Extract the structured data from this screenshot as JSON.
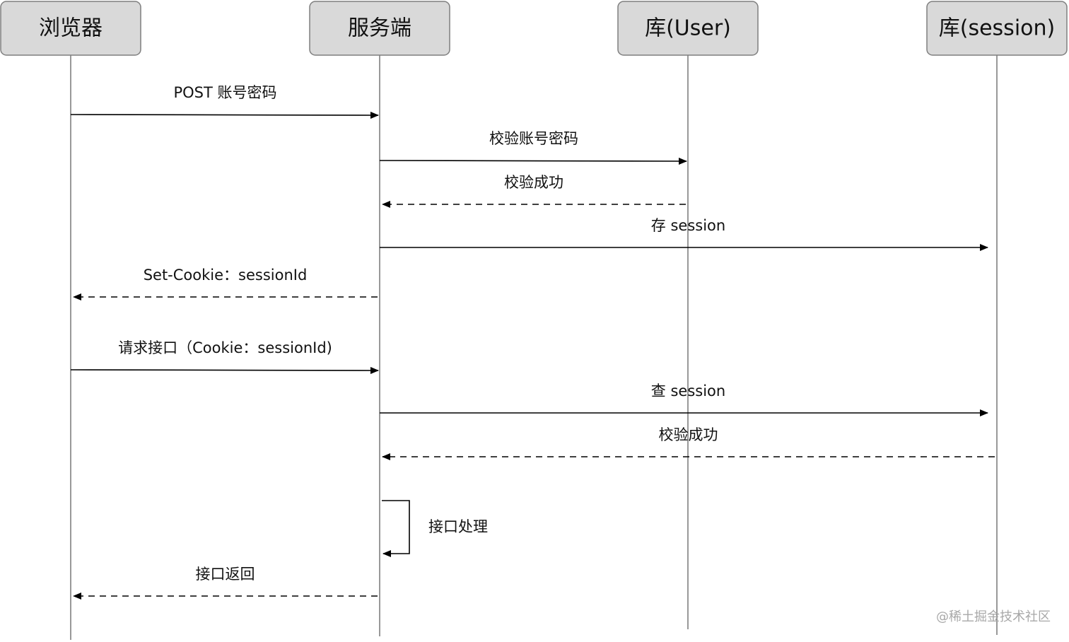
{
  "actors": [
    {
      "id": "browser",
      "label": "浏览器"
    },
    {
      "id": "server",
      "label": "服务端"
    },
    {
      "id": "userdb",
      "label": "库(User)"
    },
    {
      "id": "sessiondb",
      "label": "库(session)"
    }
  ],
  "messages": [
    {
      "from": "browser",
      "to": "server",
      "label": "POST 账号密码",
      "style": "solid"
    },
    {
      "from": "server",
      "to": "userdb",
      "label": "校验账号密码",
      "style": "solid"
    },
    {
      "from": "userdb",
      "to": "server",
      "label": "校验成功",
      "style": "dashed"
    },
    {
      "from": "server",
      "to": "sessiondb",
      "label": "存 session",
      "style": "solid"
    },
    {
      "from": "server",
      "to": "browser",
      "label": "Set-Cookie：sessionId",
      "style": "dashed"
    },
    {
      "from": "browser",
      "to": "server",
      "label": "请求接口（Cookie：sessionId)",
      "style": "solid"
    },
    {
      "from": "server",
      "to": "sessiondb",
      "label": "查 session",
      "style": "solid"
    },
    {
      "from": "sessiondb",
      "to": "server",
      "label": "校验成功",
      "style": "dashed"
    },
    {
      "from": "server",
      "to": "server",
      "label": "接口处理",
      "style": "self"
    },
    {
      "from": "server",
      "to": "browser",
      "label": "接口返回",
      "style": "dashed"
    }
  ],
  "watermark": "@稀土掘金技术社区"
}
